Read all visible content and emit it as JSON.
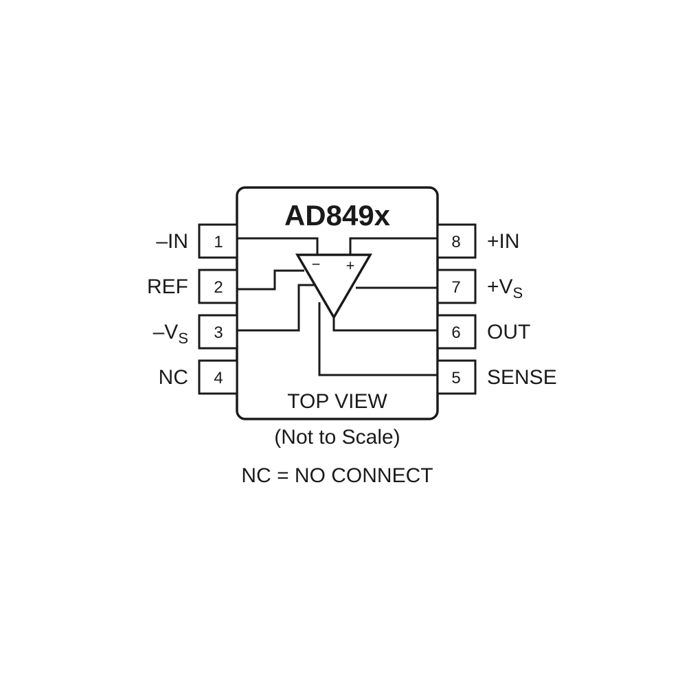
{
  "part_name": "AD849x",
  "view_label": "TOP VIEW",
  "scale_note": "(Not to Scale)",
  "legend": "NC = NO CONNECT",
  "opamp": {
    "inverting_sign": "−",
    "noninverting_sign": "+"
  },
  "pins": [
    {
      "number": "1",
      "label": "–IN",
      "subscript": ""
    },
    {
      "number": "2",
      "label": "REF",
      "subscript": ""
    },
    {
      "number": "3",
      "label": "–V",
      "subscript": "S"
    },
    {
      "number": "4",
      "label": "NC",
      "subscript": ""
    },
    {
      "number": "5",
      "label": "SENSE",
      "subscript": ""
    },
    {
      "number": "6",
      "label": "OUT",
      "subscript": ""
    },
    {
      "number": "7",
      "label": "+V",
      "subscript": "S"
    },
    {
      "number": "8",
      "label": "+IN",
      "subscript": ""
    }
  ]
}
